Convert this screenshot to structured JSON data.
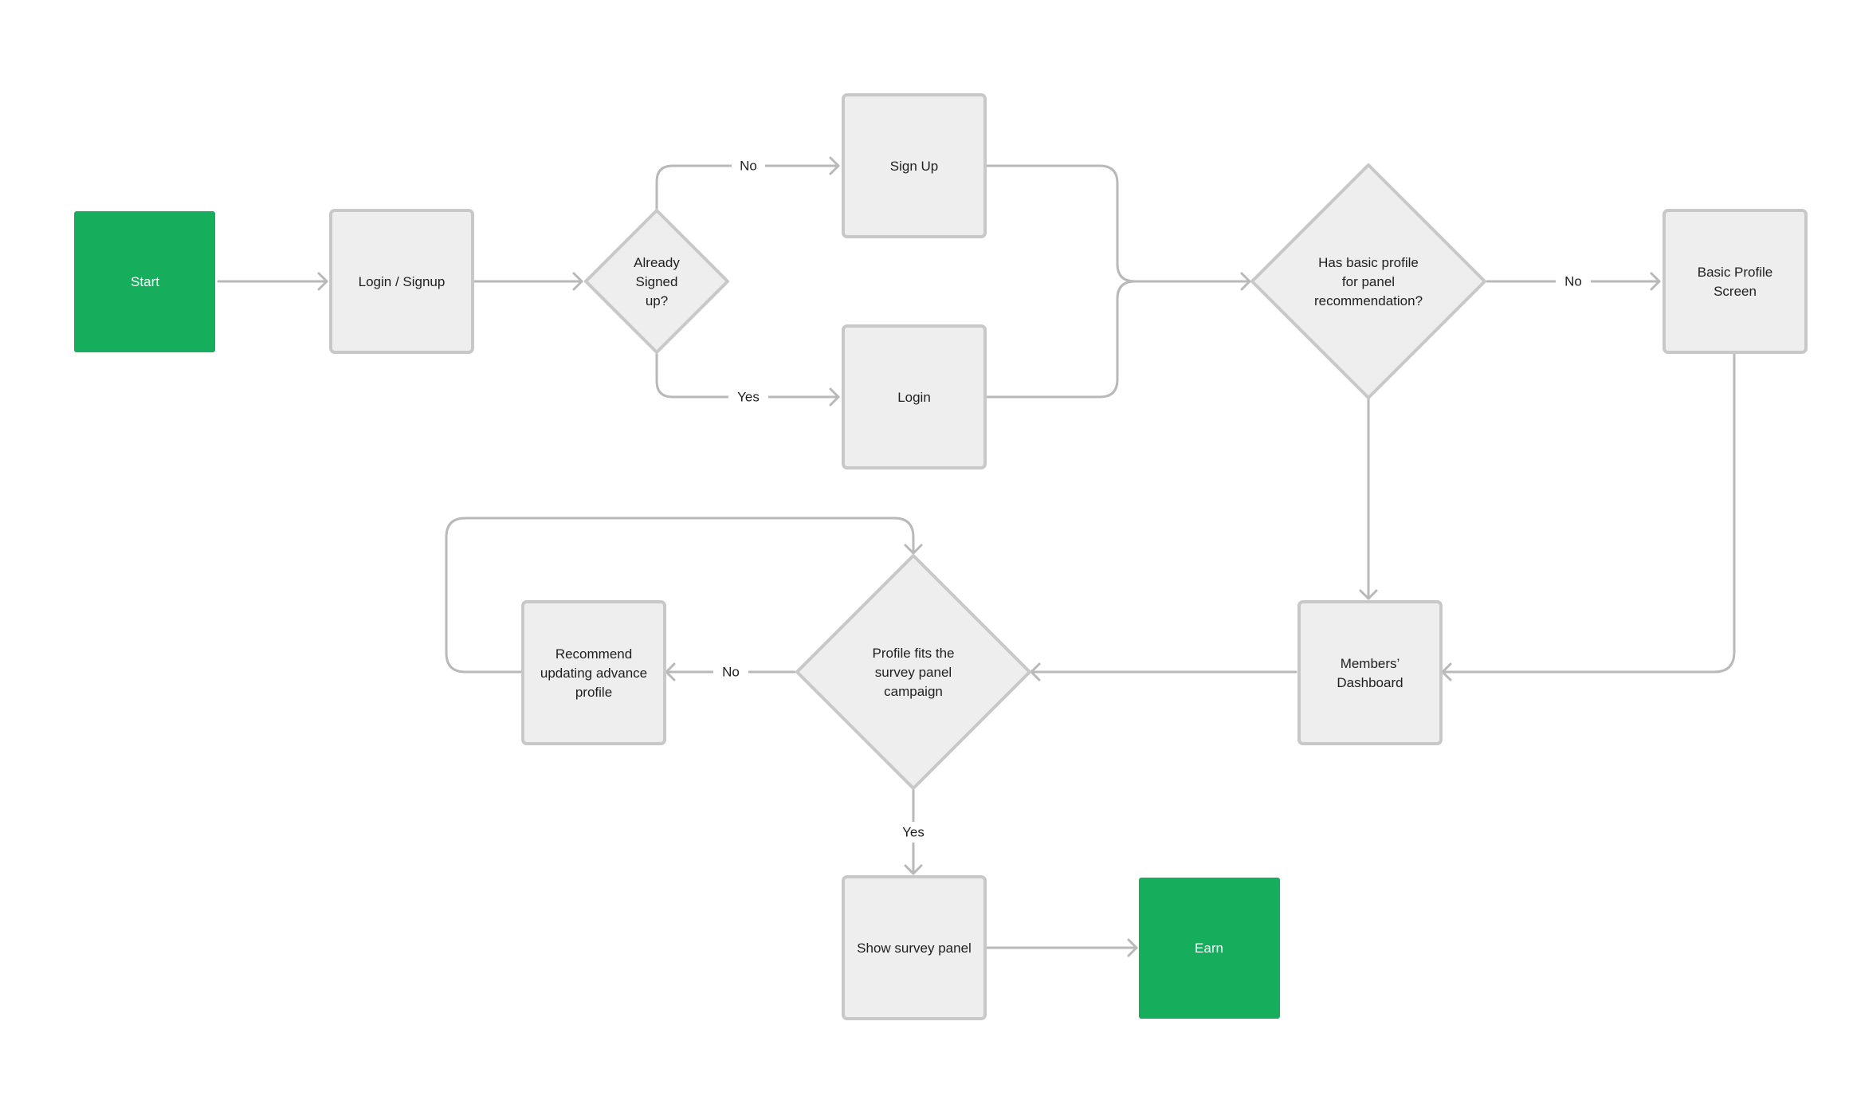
{
  "colors": {
    "terminal_fill": "#16ae5c",
    "node_fill": "#eeeeee",
    "node_stroke": "#c8c8c8",
    "edge": "#b9b9b9",
    "text": "#1f1f1f",
    "terminal_text": "#ffffff"
  },
  "nodes": {
    "start": {
      "lines": [
        "Start"
      ]
    },
    "login_signup": {
      "lines": [
        "Login / Signup"
      ]
    },
    "already_signed_up": {
      "lines": [
        "Already",
        "Signed",
        "up?"
      ]
    },
    "sign_up": {
      "lines": [
        "Sign Up"
      ]
    },
    "login": {
      "lines": [
        "Login"
      ]
    },
    "has_basic_profile": {
      "lines": [
        "Has basic profile",
        "for panel",
        "recommendation?"
      ]
    },
    "basic_profile_screen": {
      "lines": [
        "Basic Profile",
        "Screen"
      ]
    },
    "members_dashboard": {
      "lines": [
        "Members’",
        "Dashboard"
      ]
    },
    "profile_fits": {
      "lines": [
        "Profile fits the",
        "survey panel",
        "campaign"
      ]
    },
    "recommend_updating": {
      "lines": [
        "Recommend",
        "updating advance",
        "profile"
      ]
    },
    "show_survey_panel": {
      "lines": [
        "Show survey panel"
      ]
    },
    "earn": {
      "lines": [
        "Earn"
      ]
    }
  },
  "edges": {
    "already_no": {
      "label": "No"
    },
    "already_yes": {
      "label": "Yes"
    },
    "basic_no": {
      "label": "No"
    },
    "fits_no": {
      "label": "No"
    },
    "fits_yes": {
      "label": "Yes"
    }
  }
}
